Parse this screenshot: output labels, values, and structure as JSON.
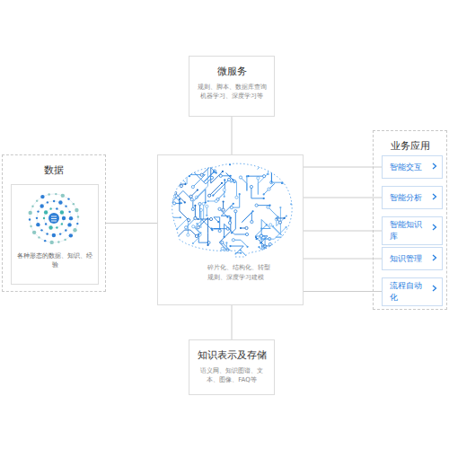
{
  "diagram": {
    "nodes": [
      {
        "text": [
          "微服务",
          "规则、脚本、数据库查询机器学习、深度学习等"
        ]
      },
      {
        "text": [
          "数据"
        ]
      },
      {
        "text": [
          "各种形态的数据、知识、经验"
        ],
        "in": 1
      },
      {
        "text": [
          "碎片化、结构化、转型 规则、深度学习建模"
        ]
      },
      {
        "text": [
          "业务应用"
        ]
      },
      {
        "text": [
          "智能交互"
        ],
        "in": 4
      },
      {
        "text": [
          "智能分析"
        ],
        "in": 4
      },
      {
        "text": [
          "智能知识库"
        ],
        "in": 4
      },
      {
        "text": [
          "知识管理"
        ],
        "in": 4
      },
      {
        "text": [
          "流程自动化"
        ],
        "in": 4
      },
      {
        "text": [
          "知识表示及存储",
          "语义网、知识图谱、文本、图像、FAQ等"
        ]
      }
    ],
    "edges": [
      {
        "from": 1,
        "to": 3,
        "arrow": "none"
      },
      {
        "from": 3,
        "to": 0,
        "arrow": "none"
      },
      {
        "from": 3,
        "to": 5,
        "arrow": "none"
      },
      {
        "from": 3,
        "to": 6,
        "arrow": "none"
      },
      {
        "from": 3,
        "to": 7,
        "arrow": "none"
      },
      {
        "from": 3,
        "to": 8,
        "arrow": "none"
      },
      {
        "from": 3,
        "to": 9,
        "arrow": "none"
      },
      {
        "from": 3,
        "to": 10,
        "arrow": "none"
      }
    ]
  }
}
